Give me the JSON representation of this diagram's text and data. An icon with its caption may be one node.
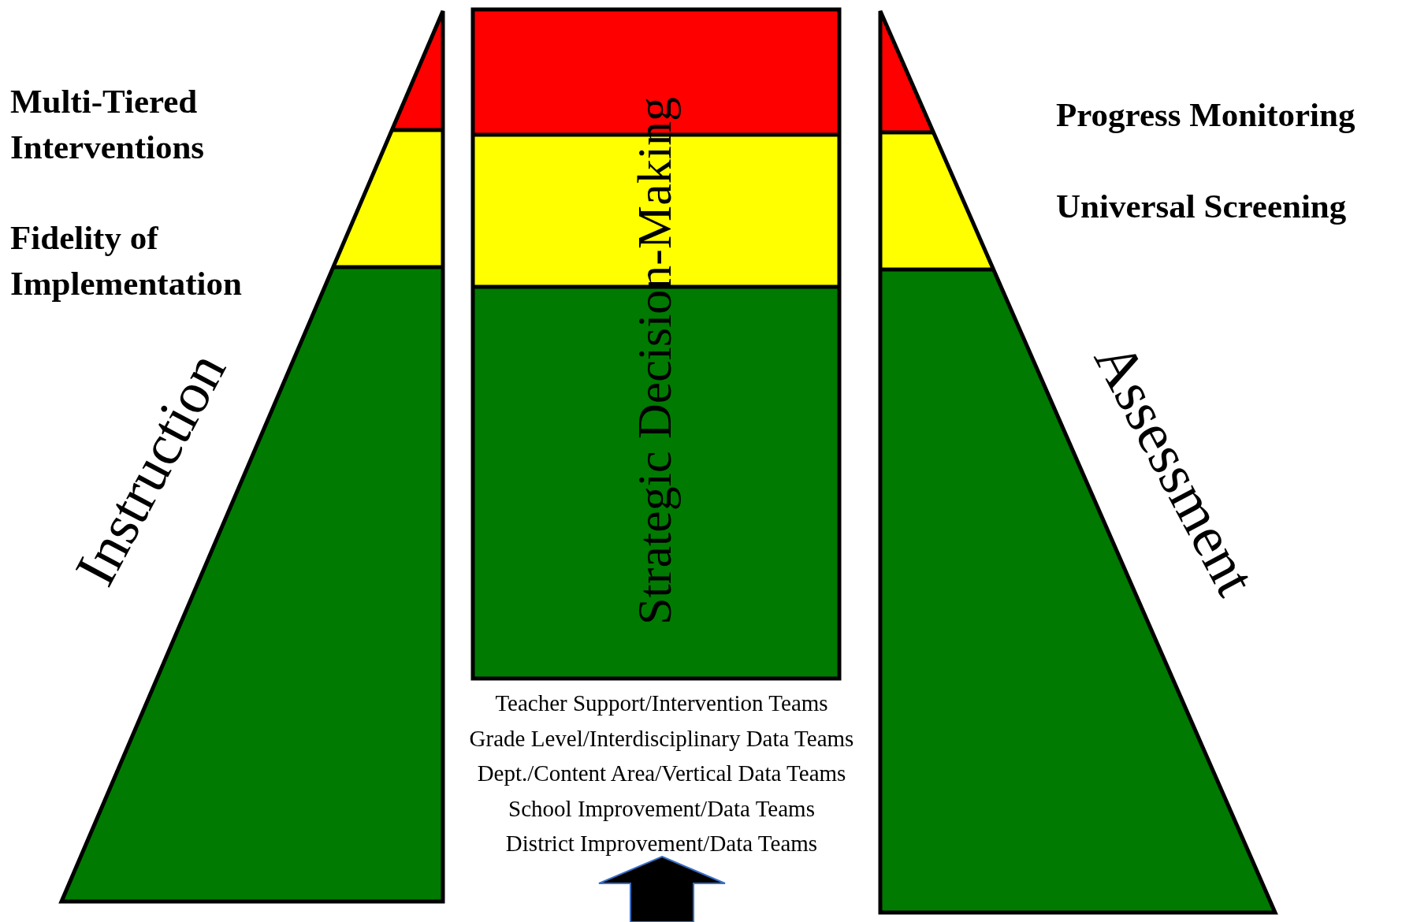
{
  "diagram": {
    "nodes": [
      {
        "text": [
          "Instruction"
        ]
      },
      {
        "text": [
          "Strategic Decision-Making"
        ]
      },
      {
        "text": [
          "Assessment"
        ]
      }
    ],
    "labels": [
      "Multi-Tiered Interventions",
      "Progress Monitoring",
      "Fidelity of Implementation",
      "Universal Screening",
      "Teacher Support/Intervention Teams",
      "Grade Level/Interdisciplinary Data Teams",
      "Dept./Content Area/Vertical Data Teams",
      "School Improvement/Data Teams",
      "District Improvement/Data Teams"
    ]
  }
}
